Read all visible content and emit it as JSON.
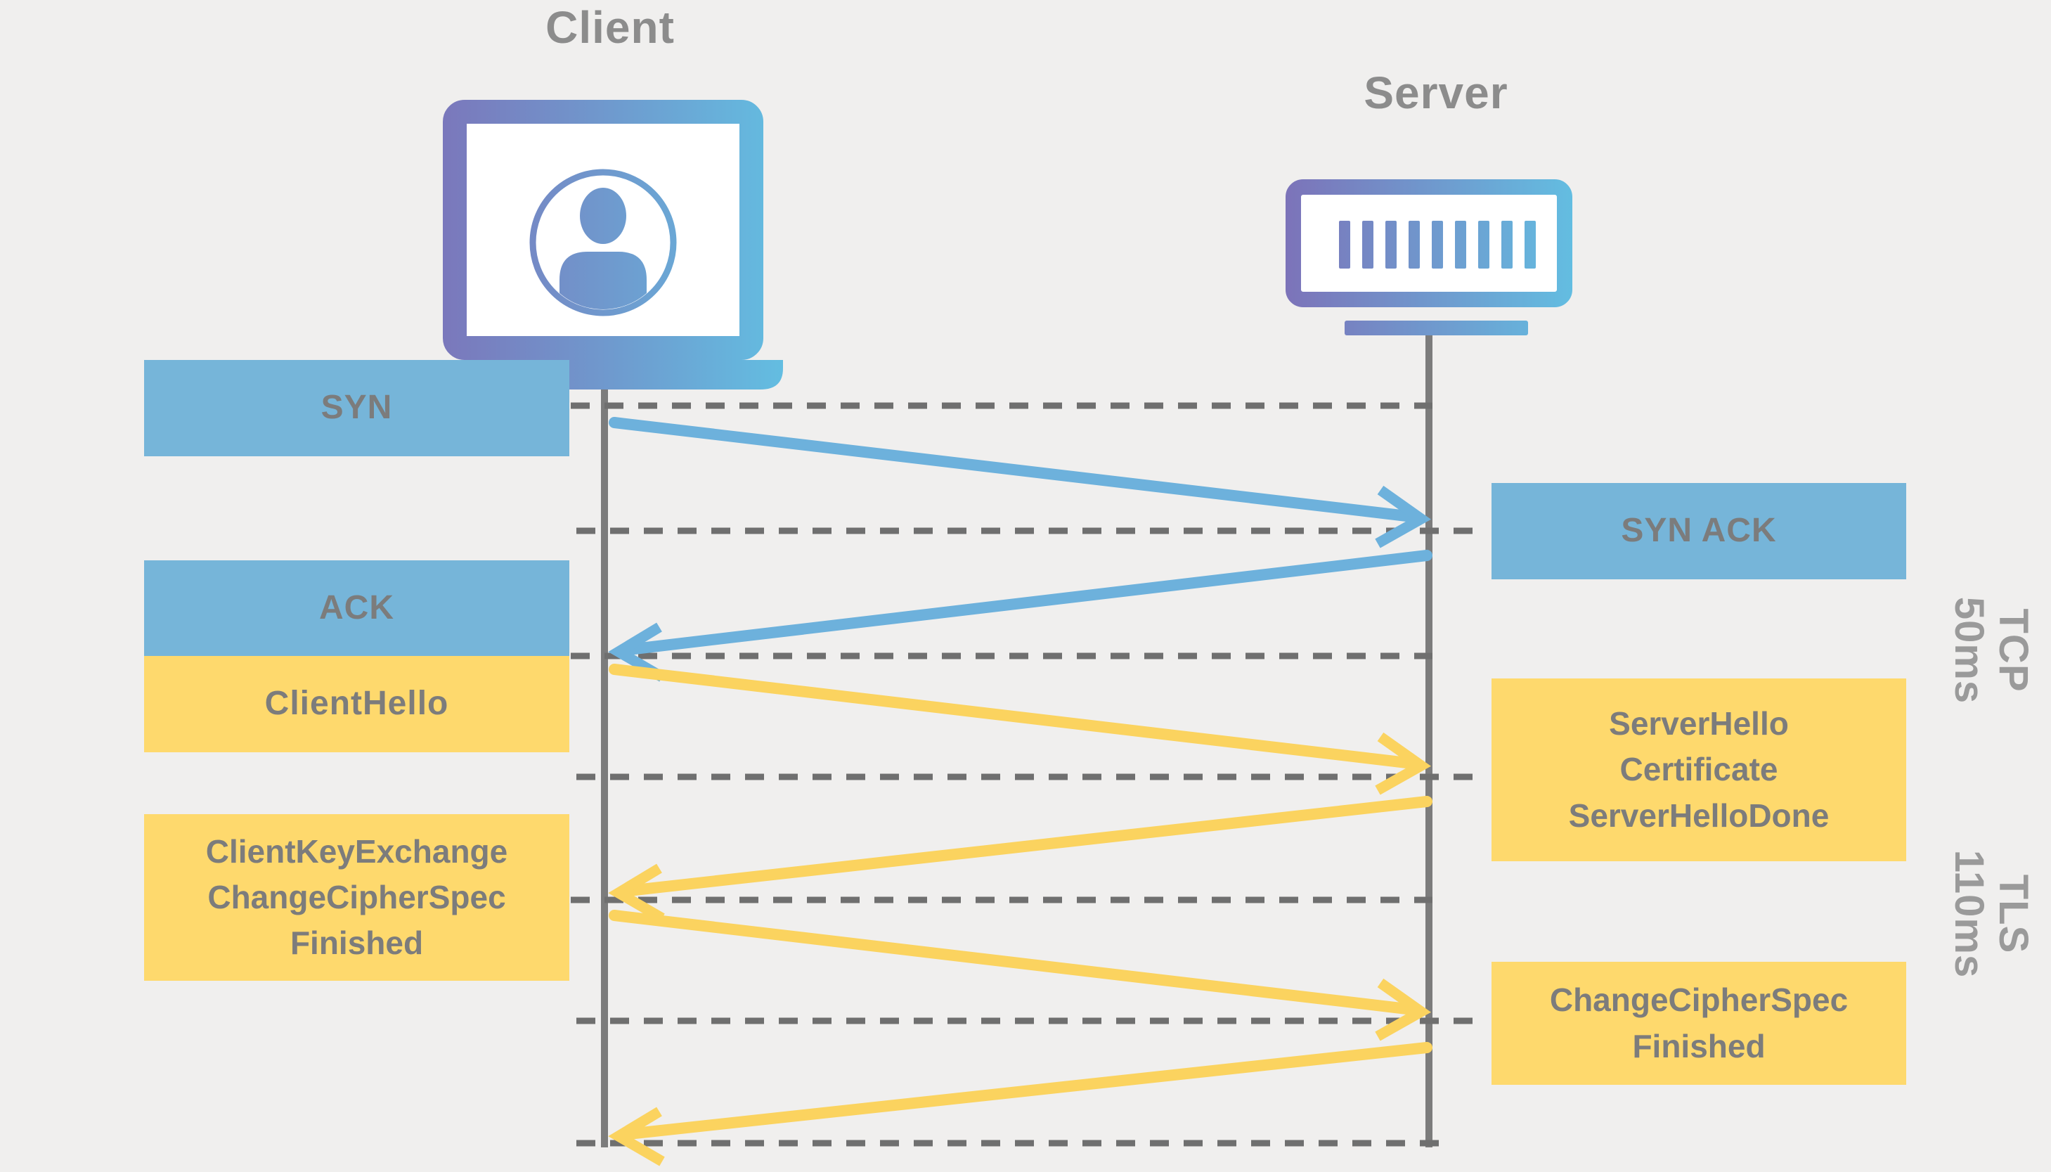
{
  "client": {
    "title": "Client"
  },
  "server": {
    "title": "Server"
  },
  "boxes": {
    "syn": {
      "label": "SYN"
    },
    "syn_ack": {
      "label": "SYN ACK"
    },
    "ack": {
      "label": "ACK"
    },
    "client_hello": {
      "label": "ClientHello"
    },
    "server_hello": {
      "lines": [
        "ServerHello",
        "Certificate",
        "ServerHelloDone"
      ]
    },
    "client_key_exchange": {
      "lines": [
        "ClientKeyExchange",
        "ChangeCipherSpec",
        "Finished"
      ]
    },
    "change_cipher_spec": {
      "lines": [
        "ChangeCipherSpec",
        "Finished"
      ]
    }
  },
  "phases": {
    "tcp": {
      "protocol": "TCP",
      "duration": "50ms"
    },
    "tls": {
      "protocol": "TLS",
      "duration": "110ms"
    }
  },
  "colors": {
    "background": "#f0efee",
    "box-blue": "#76b5d9",
    "box-yellow": "#fed96d",
    "arrow-blue": "#6db1dc",
    "arrow-yellow": "#fbd35f",
    "box-text": "#7c7c7c",
    "heading-text": "#8c8c8c",
    "phase-text": "#9a9a9a",
    "lifeline": "#7c7c7c",
    "dash": "#6f6f6f",
    "icon-purple": "#7c73b9",
    "icon-blue": "#63bde1"
  }
}
